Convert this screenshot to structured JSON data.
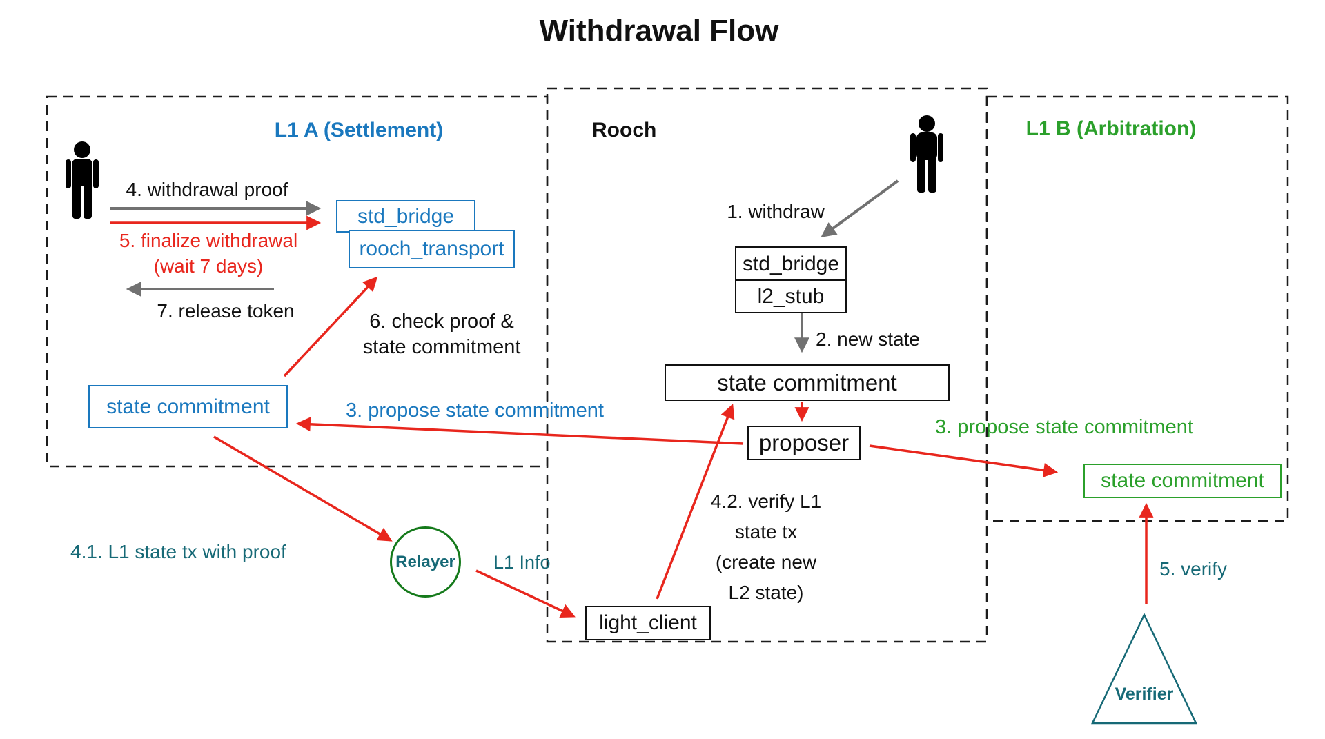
{
  "title": "Withdrawal Flow",
  "sections": {
    "l1a": {
      "label": "L1 A (Settlement)"
    },
    "rooch": {
      "label": "Rooch"
    },
    "l1b": {
      "label": "L1 B (Arbitration)"
    }
  },
  "l1a": {
    "step4": "4. withdrawal proof",
    "step5_line1": "5. finalize withdrawal",
    "step5_line2": "(wait 7 days)",
    "step7": "7. release token",
    "std_bridge": "std_bridge",
    "rooch_transport": "rooch_transport",
    "step6_line1": "6. check proof &",
    "step6_line2": "state commitment",
    "state_commitment": "state commitment",
    "step3": "3. propose state commitment"
  },
  "rooch": {
    "step1": "1. withdraw",
    "std_bridge": "std_bridge",
    "l2_stub": "l2_stub",
    "step2": "2. new state",
    "state_commitment": "state commitment",
    "proposer": "proposer",
    "step42_line1": "4.2. verify L1",
    "step42_line2": "state tx",
    "step42_line3": "(create new",
    "step42_line4": "L2 state)",
    "light_client": "light_client"
  },
  "l1b": {
    "step3": "3. propose state commitment",
    "state_commitment": "state commitment",
    "step5": "5. verify",
    "verifier": "Verifier"
  },
  "bottom": {
    "step41": "4.1. L1 state tx with proof",
    "relayer": "Relayer",
    "l1_info": "L1 Info"
  },
  "colors": {
    "blue": "#1a78be",
    "green": "#2ba02b",
    "red": "#e8261d",
    "teal": "#166976",
    "gray": "#717171",
    "relayer_circle_green": "#157a1b",
    "black": "#111111"
  }
}
